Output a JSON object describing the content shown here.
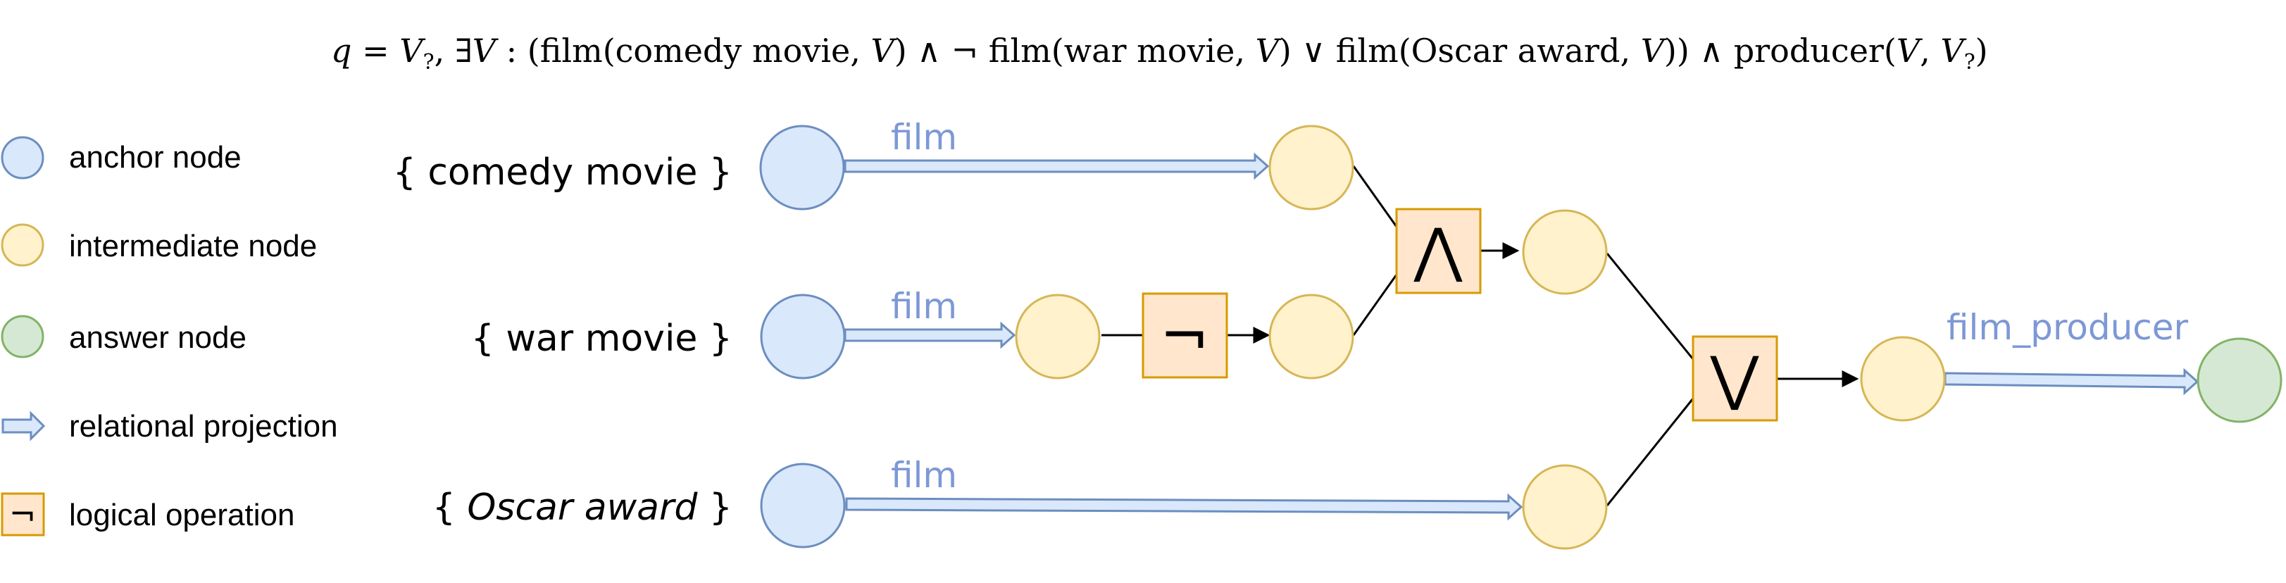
{
  "formula": {
    "q": "q",
    "eq": " = ",
    "V": "V",
    "sub": "?",
    "comma_exists": ", ∃",
    "colon": " : (film(comedy movie, ",
    "and_not": ") ∧ ¬ film(war movie, ",
    "or": ") ∨ film(Oscar award, ",
    "and_prod": ")) ∧ producer(",
    "comma": ", ",
    "close": ")"
  },
  "legend": {
    "items": [
      {
        "label": "anchor node",
        "icon": "anchor-node-icon"
      },
      {
        "label": "intermediate node",
        "icon": "intermediate-node-icon"
      },
      {
        "label": "answer node",
        "icon": "answer-node-icon"
      },
      {
        "label": "relational projection",
        "icon": "projection-arrow-icon"
      },
      {
        "label": "logical operation",
        "icon": "logical-op-icon"
      }
    ],
    "op_symbol": "¬"
  },
  "anchors": {
    "comedy": "{ comedy movie }",
    "war": "{ war movie }",
    "oscar_open": "{ ",
    "oscar_text": "Oscar award",
    "oscar_close": " }"
  },
  "edges": {
    "film_1": "film",
    "film_2": "film",
    "film_3": "film",
    "film_producer": "film_producer"
  },
  "operators": {
    "negation": "¬",
    "intersection": "⋀",
    "union": "⋁"
  },
  "colors": {
    "anchor_fill": "#dae8fc",
    "anchor_stroke": "#6c8ebf",
    "intermediate_fill": "#fff2cc",
    "intermediate_stroke": "#d6b656",
    "answer_fill": "#d5e8d4",
    "answer_stroke": "#82b366",
    "op_fill": "#ffe6cc",
    "op_stroke": "#d79b00",
    "edge_label": "#7d98d6"
  }
}
